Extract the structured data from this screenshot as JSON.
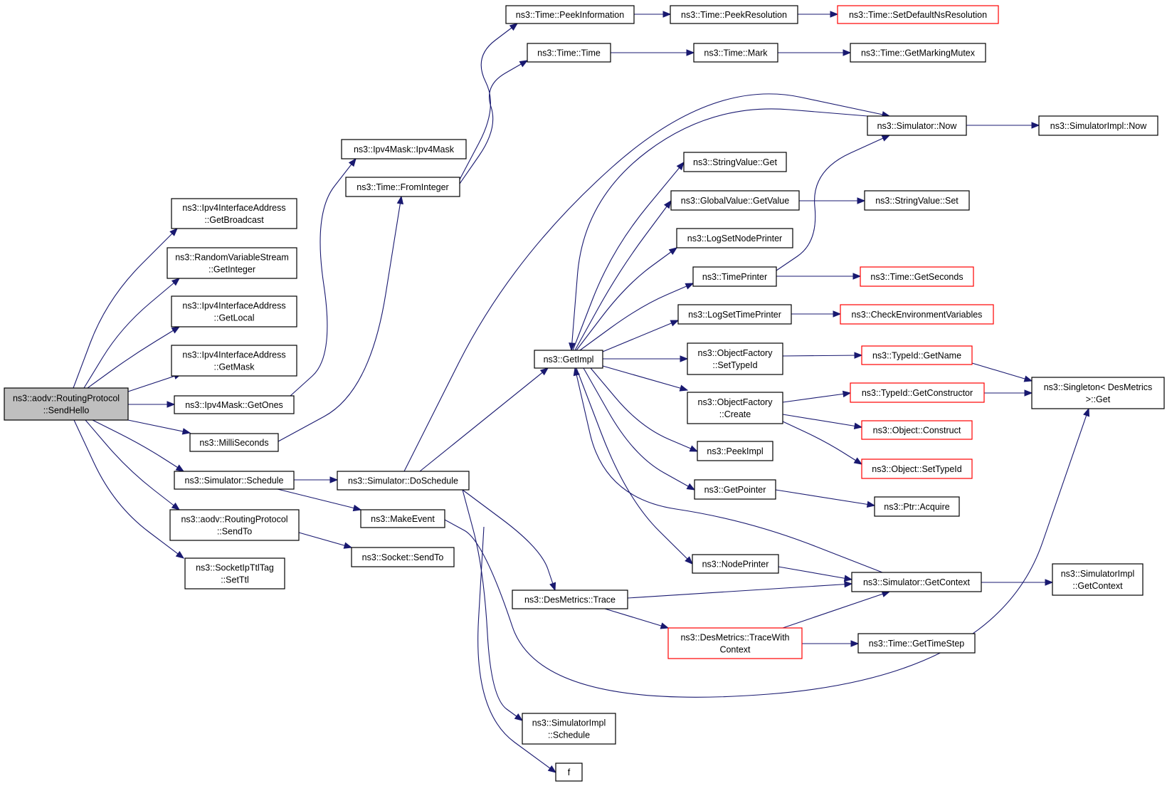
{
  "colors": {
    "edge": "#191970",
    "border_normal": "#000000",
    "border_truncated": "#ff0000",
    "fill_root": "#bfbfbf",
    "fill_node": "#ffffff"
  },
  "nodes": [
    {
      "id": "root",
      "lines": [
        "ns3::aodv::RoutingProtocol",
        "::SendHello"
      ],
      "kind": "root"
    },
    {
      "id": "getBroadcast",
      "lines": [
        "ns3::Ipv4InterfaceAddress",
        "::GetBroadcast"
      ],
      "kind": "normal"
    },
    {
      "id": "getInteger",
      "lines": [
        "ns3::RandomVariableStream",
        "::GetInteger"
      ],
      "kind": "normal"
    },
    {
      "id": "getLocal",
      "lines": [
        "ns3::Ipv4InterfaceAddress",
        "::GetLocal"
      ],
      "kind": "normal"
    },
    {
      "id": "getMask",
      "lines": [
        "ns3::Ipv4InterfaceAddress",
        "::GetMask"
      ],
      "kind": "normal"
    },
    {
      "id": "getOnes",
      "lines": [
        "ns3::Ipv4Mask::GetOnes"
      ],
      "kind": "normal"
    },
    {
      "id": "milliSeconds",
      "lines": [
        "ns3::MilliSeconds"
      ],
      "kind": "normal"
    },
    {
      "id": "simSchedule",
      "lines": [
        "ns3::Simulator::Schedule"
      ],
      "kind": "normal"
    },
    {
      "id": "rpSendTo",
      "lines": [
        "ns3::aodv::RoutingProtocol",
        "::SendTo"
      ],
      "kind": "normal"
    },
    {
      "id": "setTtl",
      "lines": [
        "ns3::SocketIpTtlTag",
        "::SetTtl"
      ],
      "kind": "normal"
    },
    {
      "id": "ipv4MaskCtor",
      "lines": [
        "ns3::Ipv4Mask::Ipv4Mask"
      ],
      "kind": "normal"
    },
    {
      "id": "fromInteger",
      "lines": [
        "ns3::Time::FromInteger"
      ],
      "kind": "normal"
    },
    {
      "id": "doSchedule",
      "lines": [
        "ns3::Simulator::DoSchedule"
      ],
      "kind": "normal"
    },
    {
      "id": "makeEvent",
      "lines": [
        "ns3::MakeEvent"
      ],
      "kind": "normal"
    },
    {
      "id": "socketSendTo",
      "lines": [
        "ns3::Socket::SendTo"
      ],
      "kind": "normal"
    },
    {
      "id": "peekInformation",
      "lines": [
        "ns3::Time::PeekInformation"
      ],
      "kind": "normal"
    },
    {
      "id": "timeCtor",
      "lines": [
        "ns3::Time::Time"
      ],
      "kind": "normal"
    },
    {
      "id": "peekResolution",
      "lines": [
        "ns3::Time::PeekResolution"
      ],
      "kind": "normal"
    },
    {
      "id": "setDefaultNsResolution",
      "lines": [
        "ns3::Time::SetDefaultNsResolution"
      ],
      "kind": "truncated"
    },
    {
      "id": "mark",
      "lines": [
        "ns3::Time::Mark"
      ],
      "kind": "normal"
    },
    {
      "id": "getMarkingMutex",
      "lines": [
        "ns3::Time::GetMarkingMutex"
      ],
      "kind": "normal"
    },
    {
      "id": "getImpl",
      "lines": [
        "ns3::GetImpl"
      ],
      "kind": "normal"
    },
    {
      "id": "desTrace",
      "lines": [
        "ns3::DesMetrics::Trace"
      ],
      "kind": "normal"
    },
    {
      "id": "simImplSchedule",
      "lines": [
        "ns3::SimulatorImpl",
        "::Schedule"
      ],
      "kind": "normal"
    },
    {
      "id": "f",
      "lines": [
        "f"
      ],
      "kind": "normal"
    },
    {
      "id": "stringValueGet",
      "lines": [
        "ns3::StringValue::Get"
      ],
      "kind": "normal"
    },
    {
      "id": "globalGetValue",
      "lines": [
        "ns3::GlobalValue::GetValue"
      ],
      "kind": "normal"
    },
    {
      "id": "logSetNodePrinter",
      "lines": [
        "ns3::LogSetNodePrinter"
      ],
      "kind": "normal"
    },
    {
      "id": "timePrinter",
      "lines": [
        "ns3::TimePrinter"
      ],
      "kind": "normal"
    },
    {
      "id": "logSetTimePrinter",
      "lines": [
        "ns3::LogSetTimePrinter"
      ],
      "kind": "normal"
    },
    {
      "id": "ofSetTypeId",
      "lines": [
        "ns3::ObjectFactory",
        "::SetTypeId"
      ],
      "kind": "normal"
    },
    {
      "id": "ofCreate",
      "lines": [
        "ns3::ObjectFactory",
        "::Create"
      ],
      "kind": "normal"
    },
    {
      "id": "peekImpl",
      "lines": [
        "ns3::PeekImpl"
      ],
      "kind": "normal"
    },
    {
      "id": "getPointer",
      "lines": [
        "ns3::GetPointer"
      ],
      "kind": "normal"
    },
    {
      "id": "nodePrinter",
      "lines": [
        "ns3::NodePrinter"
      ],
      "kind": "normal"
    },
    {
      "id": "traceWithContext",
      "lines": [
        "ns3::DesMetrics::TraceWith",
        "Context"
      ],
      "kind": "truncated"
    },
    {
      "id": "simNow",
      "lines": [
        "ns3::Simulator::Now"
      ],
      "kind": "normal"
    },
    {
      "id": "stringValueSet",
      "lines": [
        "ns3::StringValue::Set"
      ],
      "kind": "normal"
    },
    {
      "id": "getSeconds",
      "lines": [
        "ns3::Time::GetSeconds"
      ],
      "kind": "truncated"
    },
    {
      "id": "checkEnv",
      "lines": [
        "ns3::CheckEnvironmentVariables"
      ],
      "kind": "truncated"
    },
    {
      "id": "typeIdGetName",
      "lines": [
        "ns3::TypeId::GetName"
      ],
      "kind": "truncated"
    },
    {
      "id": "typeIdGetConstructor",
      "lines": [
        "ns3::TypeId::GetConstructor"
      ],
      "kind": "truncated"
    },
    {
      "id": "objectConstruct",
      "lines": [
        "ns3::Object::Construct"
      ],
      "kind": "truncated"
    },
    {
      "id": "objectSetTypeId",
      "lines": [
        "ns3::Object::SetTypeId"
      ],
      "kind": "truncated"
    },
    {
      "id": "ptrAcquire",
      "lines": [
        "ns3::Ptr::Acquire"
      ],
      "kind": "normal"
    },
    {
      "id": "simGetContext",
      "lines": [
        "ns3::Simulator::GetContext"
      ],
      "kind": "normal"
    },
    {
      "id": "getTimeStep",
      "lines": [
        "ns3::Time::GetTimeStep"
      ],
      "kind": "normal"
    },
    {
      "id": "simImplNow",
      "lines": [
        "ns3::SimulatorImpl::Now"
      ],
      "kind": "normal"
    },
    {
      "id": "singletonGet",
      "lines": [
        "ns3::Singleton< DesMetrics",
        " >::Get"
      ],
      "kind": "normal"
    },
    {
      "id": "simImplGetContext",
      "lines": [
        "ns3::SimulatorImpl",
        "::GetContext"
      ],
      "kind": "normal"
    }
  ],
  "edges": [
    [
      "root",
      "getBroadcast"
    ],
    [
      "root",
      "getInteger"
    ],
    [
      "root",
      "getLocal"
    ],
    [
      "root",
      "getMask"
    ],
    [
      "root",
      "getOnes"
    ],
    [
      "root",
      "milliSeconds"
    ],
    [
      "root",
      "simSchedule"
    ],
    [
      "root",
      "rpSendTo"
    ],
    [
      "root",
      "setTtl"
    ],
    [
      "getOnes",
      "ipv4MaskCtor"
    ],
    [
      "milliSeconds",
      "fromInteger"
    ],
    [
      "fromInteger",
      "peekInformation"
    ],
    [
      "fromInteger",
      "timeCtor"
    ],
    [
      "peekInformation",
      "peekResolution"
    ],
    [
      "peekResolution",
      "setDefaultNsResolution"
    ],
    [
      "timeCtor",
      "mark"
    ],
    [
      "mark",
      "getMarkingMutex"
    ],
    [
      "simSchedule",
      "doSchedule"
    ],
    [
      "simSchedule",
      "makeEvent"
    ],
    [
      "rpSendTo",
      "socketSendTo"
    ],
    [
      "doSchedule",
      "simNow"
    ],
    [
      "doSchedule",
      "getImpl"
    ],
    [
      "doSchedule",
      "desTrace"
    ],
    [
      "doSchedule",
      "simImplSchedule"
    ],
    [
      "makeEvent",
      "f"
    ],
    [
      "makeEvent",
      "singletonGet"
    ],
    [
      "getImpl",
      "stringValueGet"
    ],
    [
      "getImpl",
      "globalGetValue"
    ],
    [
      "getImpl",
      "logSetNodePrinter"
    ],
    [
      "getImpl",
      "timePrinter"
    ],
    [
      "getImpl",
      "logSetTimePrinter"
    ],
    [
      "getImpl",
      "ofSetTypeId"
    ],
    [
      "getImpl",
      "ofCreate"
    ],
    [
      "getImpl",
      "peekImpl"
    ],
    [
      "getImpl",
      "getPointer"
    ],
    [
      "getImpl",
      "nodePrinter"
    ],
    [
      "simNow",
      "getImpl"
    ],
    [
      "simNow",
      "simImplNow"
    ],
    [
      "simGetContext",
      "getImpl"
    ],
    [
      "globalGetValue",
      "stringValueSet"
    ],
    [
      "timePrinter",
      "simNow"
    ],
    [
      "timePrinter",
      "getSeconds"
    ],
    [
      "logSetTimePrinter",
      "checkEnv"
    ],
    [
      "ofSetTypeId",
      "typeIdGetName"
    ],
    [
      "ofCreate",
      "typeIdGetConstructor"
    ],
    [
      "ofCreate",
      "objectConstruct"
    ],
    [
      "ofCreate",
      "objectSetTypeId"
    ],
    [
      "typeIdGetName",
      "singletonGet"
    ],
    [
      "typeIdGetConstructor",
      "singletonGet"
    ],
    [
      "getPointer",
      "ptrAcquire"
    ],
    [
      "nodePrinter",
      "simGetContext"
    ],
    [
      "desTrace",
      "simGetContext"
    ],
    [
      "desTrace",
      "traceWithContext"
    ],
    [
      "traceWithContext",
      "simGetContext"
    ],
    [
      "traceWithContext",
      "getTimeStep"
    ],
    [
      "simGetContext",
      "simImplGetContext"
    ]
  ]
}
